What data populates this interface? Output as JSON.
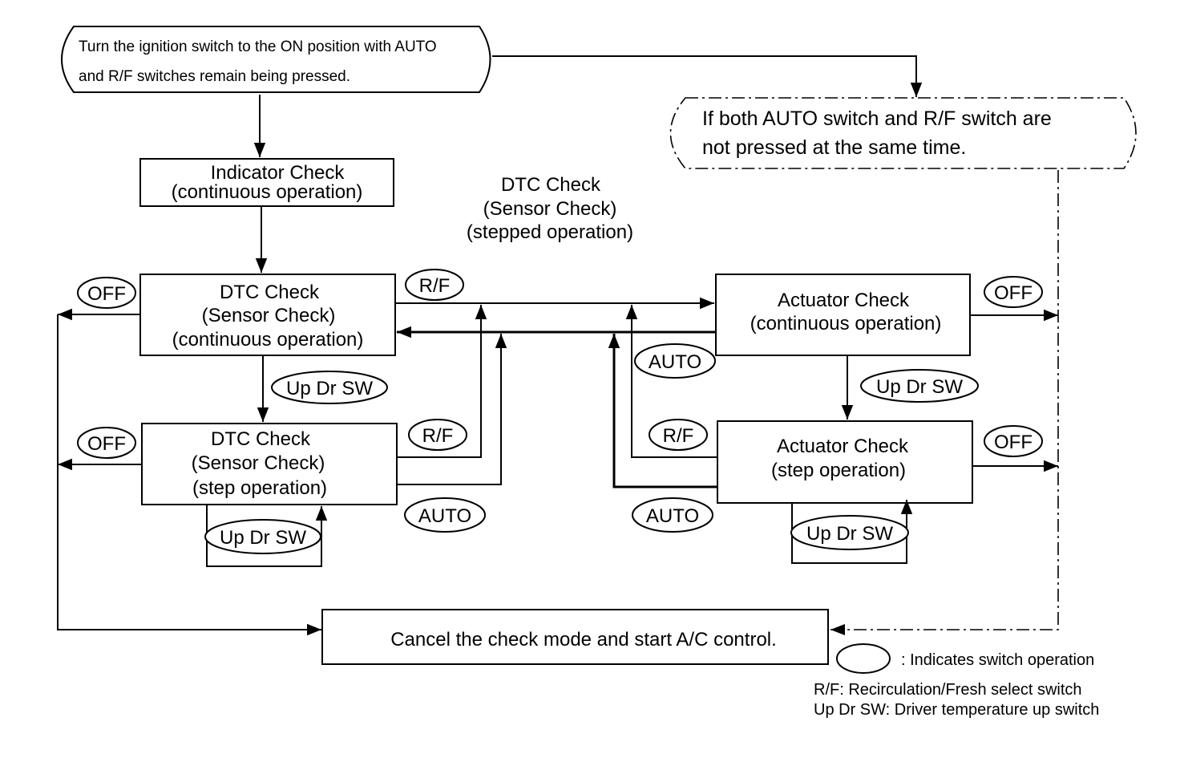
{
  "start": {
    "line1": "Turn the ignition switch to the ON position with AUTO",
    "line2": "and R/F switches remain being pressed."
  },
  "alternate": {
    "line1": "If both AUTO switch and R/F switch are",
    "line2": "not pressed at the same time."
  },
  "indicator_check": {
    "line1": "Indicator Check",
    "line2": "(continuous operation)"
  },
  "dtc_heading": {
    "line1": "DTC Check",
    "line2": "(Sensor Check)",
    "line3": "(stepped operation)"
  },
  "dtc_continuous": {
    "line1": "DTC Check",
    "line2": "(Sensor Check)",
    "line3": "(continuous operation)"
  },
  "dtc_step": {
    "line1": "DTC Check",
    "line2": "(Sensor Check)",
    "line3": "(step operation)"
  },
  "actuator_continuous": {
    "line1": "Actuator Check",
    "line2": "(continuous operation)"
  },
  "actuator_step": {
    "line1": "Actuator Check",
    "line2": "(step operation)"
  },
  "cancel": {
    "text": "Cancel the check mode and start A/C control."
  },
  "switch_labels": {
    "off": "OFF",
    "rf": "R/F",
    "auto": "AUTO",
    "up_dr_sw": "Up Dr SW"
  },
  "legend": {
    "oval_meaning": ": Indicates switch operation",
    "rf_meaning": "R/F: Recirculation/Fresh select switch",
    "updr_meaning": "Up Dr SW: Driver temperature up switch"
  }
}
